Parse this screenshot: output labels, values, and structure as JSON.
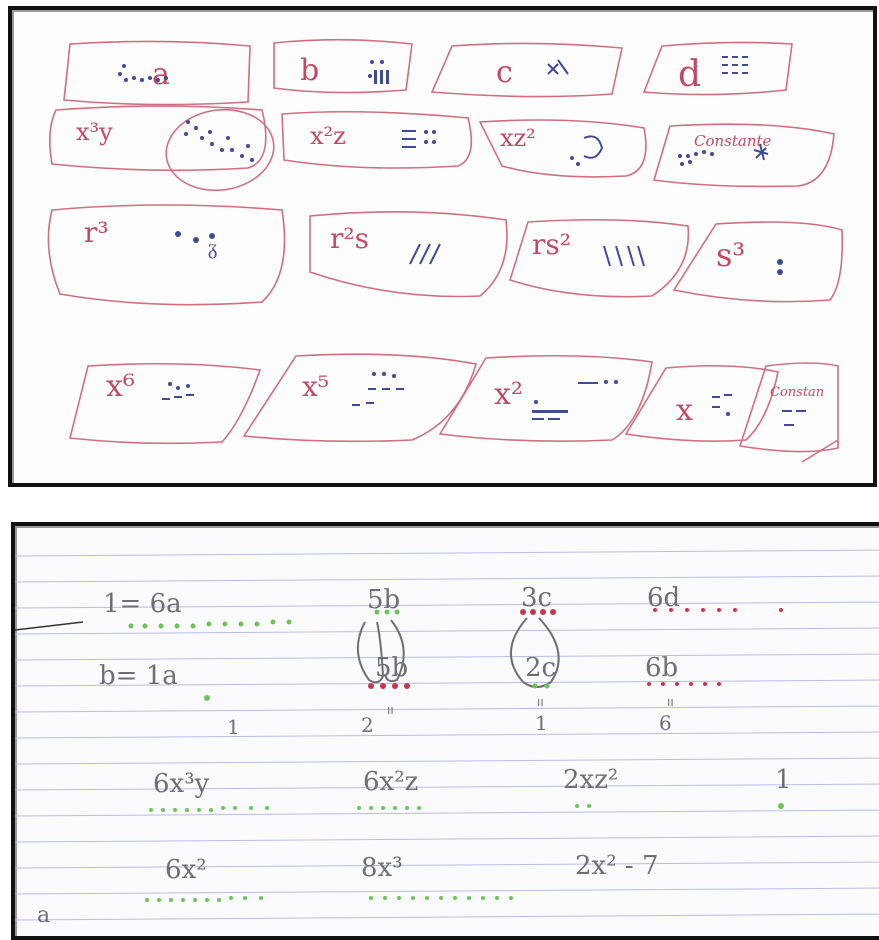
{
  "colors": {
    "card_outline": "#cf6f80",
    "card_text": "#c04a63",
    "dot_blue": "#3f4c93",
    "dot_red": "#c7374a",
    "pencil": "#6e6e74",
    "dot_green": "#6ec25a",
    "ruled_line": "#b9bde3"
  },
  "top_cards": {
    "row1": [
      "a",
      "b",
      "c",
      "d"
    ],
    "row2": [
      "x³y",
      "x²z",
      "xz²",
      "Constante"
    ],
    "row3": [
      "r³",
      "r²s",
      "rs²",
      "s³"
    ],
    "row4": [
      "x⁶",
      "x⁵",
      "x²",
      "x",
      "Constan"
    ]
  },
  "notebook": {
    "line1": [
      "1= 6a",
      "5b",
      "3c",
      "6d"
    ],
    "line2": [
      "b= 1a",
      "5b",
      "2c",
      "6b"
    ],
    "line3": [
      "1",
      "2",
      "1",
      "6"
    ],
    "line4": [
      "6x³y",
      "6x²z",
      "2xz²",
      "1"
    ],
    "line5": [
      "6x²",
      "8x³",
      "2x² - 7"
    ],
    "margin_letter": "a"
  }
}
